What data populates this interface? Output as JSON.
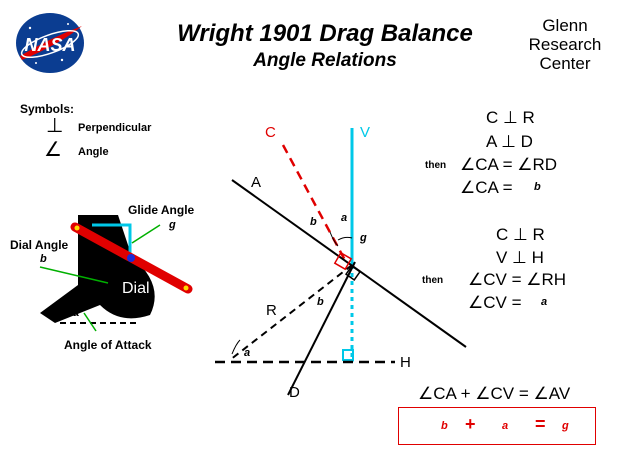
{
  "header": {
    "title": "Wright  1901  Drag Balance",
    "subtitle": "Angle  Relations",
    "center_line1": "Glenn",
    "center_line2": "Research",
    "center_line3": "Center",
    "logo_text": "NASA"
  },
  "symbols": {
    "heading": "Symbols:",
    "perp_glyph": "⊥",
    "perp_label": "Perpendicular",
    "angle_glyph": "∠",
    "angle_label": "Angle"
  },
  "balance": {
    "glide_angle": "Glide Angle",
    "g": "g",
    "dial_angle": "Dial Angle",
    "b": "b",
    "dial": "Dial",
    "a": "a",
    "angle_of_attack": "Angle  of  Attack"
  },
  "diagram": {
    "C": "C",
    "V": "V",
    "A": "A",
    "b1": "b",
    "a1": "a",
    "g1": "g",
    "R": "R",
    "b2": "b",
    "a2": "a",
    "H": "H",
    "D": "D"
  },
  "relations1": {
    "l1": "C ⊥ R",
    "l2": "A ⊥ D",
    "then": "then",
    "l3": "∠CA = ∠RD",
    "l4": "∠CA =",
    "l4v": "b"
  },
  "relations2": {
    "l1": "C ⊥ R",
    "l2": "V ⊥ H",
    "then": "then",
    "l3": "∠CV = ∠RH",
    "l4": "∠CV =",
    "l4v": "a"
  },
  "summary": {
    "line": "∠CA + ∠CV = ∠AV",
    "b": "b",
    "plus": "+",
    "a": "a",
    "eq": "=",
    "g": "g"
  },
  "colors": {
    "red": "#e00000",
    "cyan": "#00c8e8",
    "nasa_blue": "#0b3d91"
  }
}
